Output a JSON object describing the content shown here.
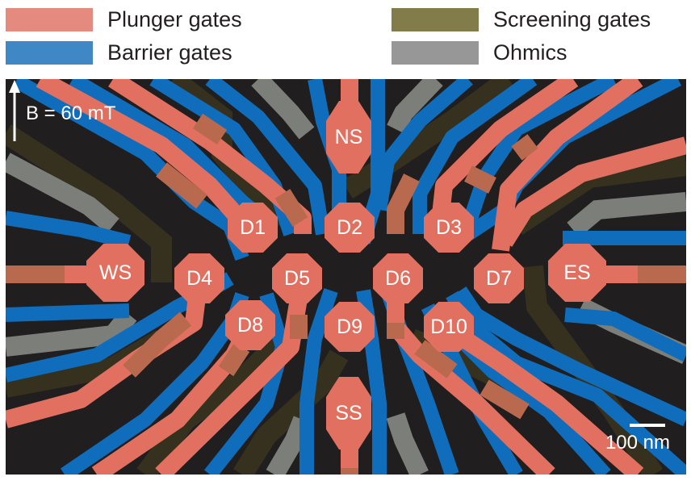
{
  "legend": {
    "items": [
      {
        "label": "Plunger gates",
        "color": "#e48a7e"
      },
      {
        "label": "Barrier gates",
        "color": "#3f88c5"
      },
      {
        "label": "Screening gates",
        "color": "#827c4b"
      },
      {
        "label": "Ohmics",
        "color": "#979797"
      }
    ]
  },
  "colors": {
    "background": "#201e1f",
    "plunger": "#e27060",
    "plunger_overlap": "#b96a4e",
    "barrier": "#0f6dbb",
    "screening": "#36311e",
    "ohmic": "#7c7e79",
    "text": "#ffffff"
  },
  "field": {
    "label": "B = 60 mT",
    "direction": "up"
  },
  "scale_bar": {
    "label": "100 nm"
  },
  "sensors": [
    {
      "id": "NS",
      "label": "NS"
    },
    {
      "id": "WS",
      "label": "WS"
    },
    {
      "id": "ES",
      "label": "ES"
    },
    {
      "id": "SS",
      "label": "SS"
    }
  ],
  "dots": [
    {
      "id": "D1",
      "label": "D1"
    },
    {
      "id": "D2",
      "label": "D2"
    },
    {
      "id": "D3",
      "label": "D3"
    },
    {
      "id": "D4",
      "label": "D4"
    },
    {
      "id": "D5",
      "label": "D5"
    },
    {
      "id": "D6",
      "label": "D6"
    },
    {
      "id": "D7",
      "label": "D7"
    },
    {
      "id": "D8",
      "label": "D8"
    },
    {
      "id": "D9",
      "label": "D9"
    },
    {
      "id": "D10",
      "label": "D10"
    }
  ]
}
